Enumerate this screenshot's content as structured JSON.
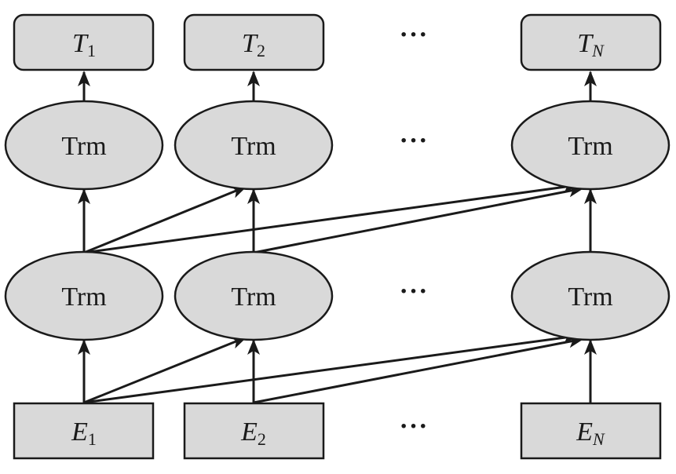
{
  "outputs": [
    {
      "symbol": "T",
      "subscript": "1"
    },
    {
      "symbol": "T",
      "subscript": "2"
    },
    {
      "symbol": "T",
      "subscript": "N"
    }
  ],
  "inputs": [
    {
      "symbol": "E",
      "subscript": "1"
    },
    {
      "symbol": "E",
      "subscript": "2"
    },
    {
      "symbol": "E",
      "subscript": "N"
    }
  ],
  "layer2": [
    "Trm",
    "Trm",
    "Trm"
  ],
  "layer1": [
    "Trm",
    "Trm",
    "Trm"
  ],
  "ellipsis": "···"
}
